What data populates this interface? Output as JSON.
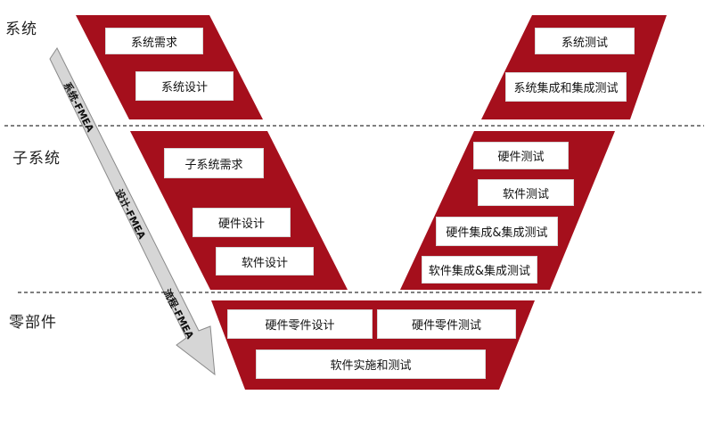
{
  "colors": {
    "band": "#a50f1c",
    "arrow_fill": "#d6d6d6",
    "arrow_stroke": "#8a8a8a",
    "divider": "#333333"
  },
  "levels": {
    "system": "系统",
    "subsystem": "子系统",
    "component": "零部件"
  },
  "left_boxes": {
    "system_requirements": "系统需求",
    "system_design": "系统设计",
    "subsystem_requirements": "子系统需求",
    "hardware_design": "硬件设计",
    "software_design": "软件设计"
  },
  "right_boxes": {
    "system_test": "系统测试",
    "system_integration_test": "系统集成和集成测试",
    "hardware_test": "硬件测试",
    "software_test": "软件测试",
    "hardware_integration_test": "硬件集成&集成测试",
    "software_integration_test": "软件集成&集成测试"
  },
  "bottom_boxes": {
    "hardware_part_design": "硬件零件设计",
    "hardware_part_test": "硬件零件测试",
    "software_impl_test": "软件实施和测试"
  },
  "arrow_labels": {
    "system_fmea": "系统-FMEA",
    "design_fmea": "设计-FMEA",
    "process_fmea": "流程-FMEA"
  }
}
